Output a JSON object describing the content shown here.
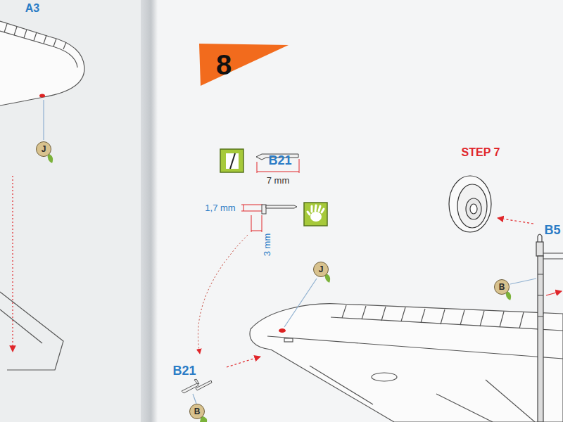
{
  "diagram": {
    "nodes": [
      {
        "text": [
          "J"
        ]
      },
      {
        "text": [
          "J"
        ]
      },
      {
        "text": [
          "B"
        ]
      },
      {
        "text": [
          "B"
        ]
      }
    ],
    "labels": [
      "A3",
      "8",
      "STEP 7",
      "B21",
      "7 mm",
      "1,7 mm",
      "3 mm",
      "B5",
      "B21"
    ]
  }
}
